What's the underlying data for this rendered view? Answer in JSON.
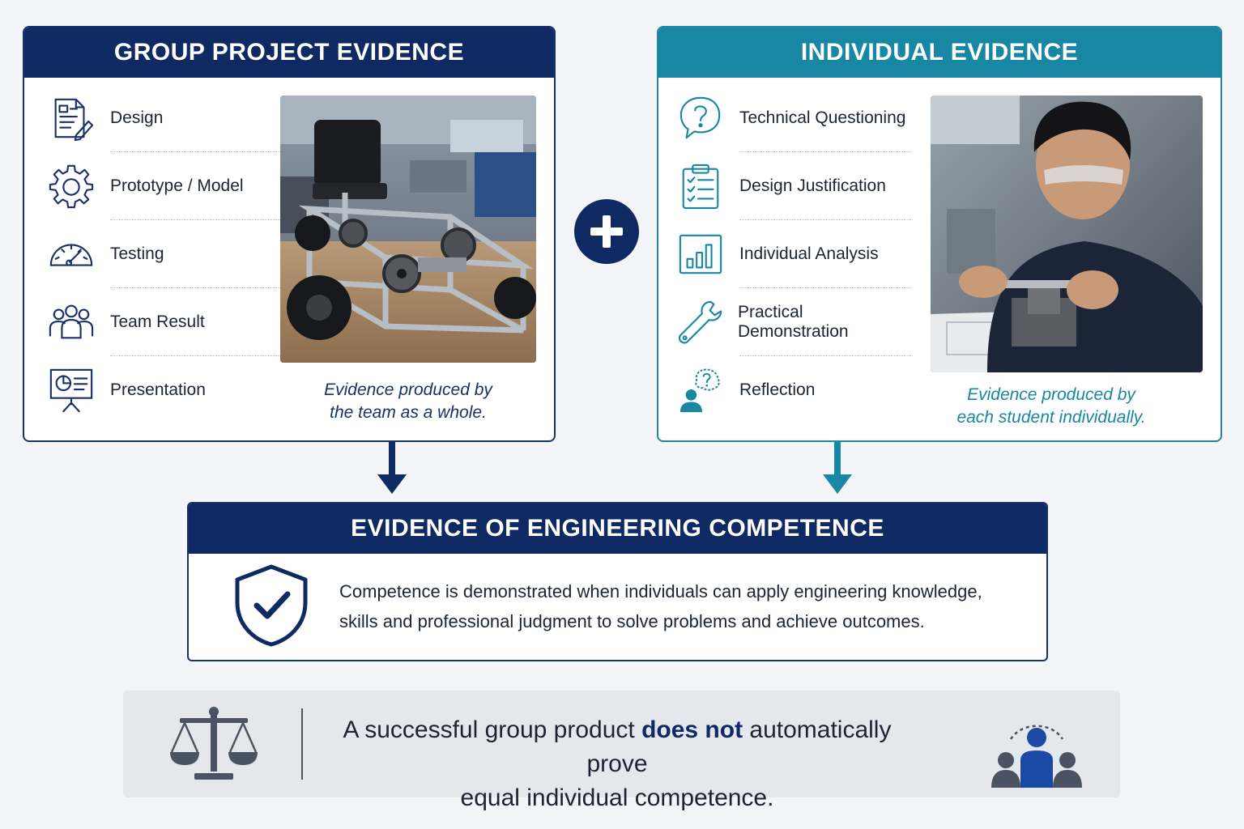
{
  "group": {
    "title": "GROUP PROJECT EVIDENCE",
    "items": [
      {
        "label": "Design",
        "icon": "document-pen-icon"
      },
      {
        "label": "Prototype / Model",
        "icon": "gear-icon"
      },
      {
        "label": "Testing",
        "icon": "gauge-icon"
      },
      {
        "label": "Team Result",
        "icon": "team-icon"
      },
      {
        "label": "Presentation",
        "icon": "presentation-board-icon"
      }
    ],
    "photo": "group-prototype-vehicle-photo",
    "caption_line1": "Evidence produced by",
    "caption_line2": "the team as a whole."
  },
  "individual": {
    "title": "INDIVIDUAL EVIDENCE",
    "items": [
      {
        "label": "Technical Questioning",
        "icon": "question-bubble-icon"
      },
      {
        "label": "Design Justification",
        "icon": "clipboard-checklist-icon"
      },
      {
        "label": "Individual Analysis",
        "icon": "bar-chart-icon"
      },
      {
        "label": "Practical Demonstration",
        "icon": "wrench-icon"
      },
      {
        "label": "Reflection",
        "icon": "person-thinking-icon"
      }
    ],
    "photo": "student-measuring-photo",
    "caption_line1": "Evidence produced by",
    "caption_line2": "each student individually."
  },
  "competence": {
    "title": "EVIDENCE OF ENGINEERING COMPETENCE",
    "line1": "Competence is demonstrated when individuals can apply engineering knowledge,",
    "line2": "skills and professional judgment to solve problems and achieve outcomes."
  },
  "conclusion": {
    "part1": "A successful group product ",
    "emphasis": "does not",
    "part2": " automatically prove",
    "line2": "equal individual competence."
  },
  "colors": {
    "navy": "#0f2a63",
    "teal": "#1787a4",
    "background": "#f3f5f8"
  }
}
